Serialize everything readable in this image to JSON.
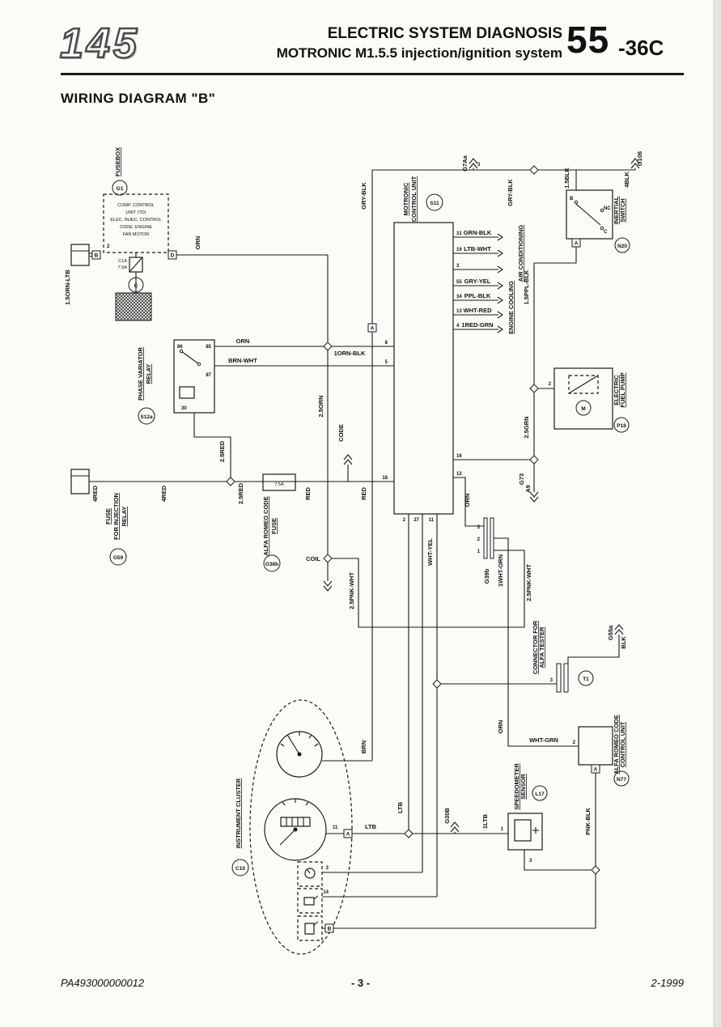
{
  "header": {
    "logo": "145",
    "line1": "ELECTRIC SYSTEM DIAGNOSIS",
    "line2": "MOTRONIC M1.5.5 injection/ignition system",
    "code_big": "55",
    "code_small": "-36C"
  },
  "title": "WIRING DIAGRAM \"B\"",
  "footer": {
    "left": "PA493000000012",
    "center": "- 3 -",
    "right": "2-1999"
  },
  "diagram": {
    "components": {
      "fusebox": {
        "label": "FUSEBOX",
        "ref": "G1"
      },
      "ctrl_box": {
        "line1": "COMP. CONTROL",
        "line2": "UNIT (TD)",
        "line3": "ELEC. INJEC. CONTROL",
        "line4": "CODE. ENGINE",
        "line5": "FAN MOTOR",
        "pin": "2",
        "conn_left": "B",
        "conn_right": "D"
      },
      "fuse_c": {
        "value": "C1A",
        "amp": "7.5A",
        "ref": "C"
      },
      "motronic": {
        "line1": "MOTRONIC",
        "line2": "CONTROL UNIT",
        "ref": "S11",
        "conn": "A"
      },
      "inertial": {
        "line1": "INERTIAL",
        "line2": "SWITCH",
        "ref": "N20",
        "pin_b": "B",
        "pin_nc": "NC",
        "pin_c": "C",
        "conn": "A"
      },
      "pump": {
        "line1": "ELECTRIC",
        "line2": "FUEL PUMP",
        "ref": "P18",
        "motor": "M",
        "pin": "2"
      },
      "relay": {
        "line1": "PHASE VARIATOR",
        "line2": "RELAY",
        "ref": "S12a",
        "p86": "86",
        "p85": "85",
        "p87": "87",
        "p30": "30"
      },
      "inj_fuse": {
        "line1": "FUSE",
        "line2": "FOR INJECTION",
        "line3": "RELAY",
        "ref": "G59"
      },
      "code_fuse": {
        "line1": "ALFA ROMEO CODE",
        "line2": "FUSE",
        "amp": "7.5A",
        "ref": "G38b"
      },
      "tester": {
        "line1": "CONNECTOR FOR",
        "line2": "ALFA TESTER",
        "ref": "T1",
        "pin": "3"
      },
      "code_ecu": {
        "line1": "ALFA ROMEO CODE",
        "line2": "CONTROL UNIT",
        "ref": "N77",
        "pin": "2",
        "conn": "A"
      },
      "speedo": {
        "line1": "SPEEDOMETER",
        "line2": "SENSOR",
        "ref": "L17",
        "pin1": "1",
        "pin3": "3"
      },
      "cluster": {
        "line1": "INSTRUMENT CLUSTER",
        "ref": "C10",
        "pin11": "11",
        "pin3": "3",
        "pin14": "14",
        "conn_a": "A",
        "conn_b": "B"
      }
    },
    "ecu_pins": {
      "p31": "31",
      "p19": "19",
      "p3": "3",
      "p55": "55",
      "p34": "34",
      "p13": "13",
      "p4": "4",
      "p16": "16",
      "p12": "12",
      "p18": "18",
      "p8": "8",
      "p5": "5",
      "p2": "2",
      "p27": "27",
      "p11": "11"
    },
    "g39b": {
      "label": "G39b",
      "p3": "3",
      "p2": "2",
      "p1": "1"
    },
    "grounds": {
      "g7aa": "G7Aa",
      "g7aa_pin": "3",
      "g106": "G106",
      "g73": "G73",
      "a9": "A9",
      "g55a": "G55a",
      "g30b": "G30B"
    },
    "systems": {
      "ac": "AIR CONDITIONING",
      "cooling": "ENGINE COOLING"
    },
    "wires": {
      "orn_ltb": "1.5ORN-LTB",
      "orn_top": "ORN",
      "gry_blk_l": "GRY-BLK",
      "gry_blk_r": "GRY-BLK",
      "blk15": "1.5BLK",
      "blk4": "4BLK",
      "ppl_blk15": "1.5PPL-BLK",
      "grn25": "2.5GRN",
      "grn_blk": "GRN-BLK",
      "ltb_wht": "LTB-WHT",
      "gry_yel": "GRY-YEL",
      "ppl_blk": "PPL-BLK",
      "wht_red": "WHT-RED",
      "red_grn": "1RED-GRN",
      "orn_relay": "ORN",
      "orn_blk": "1ORN-BLK",
      "brn_wht": "BRN-WHT",
      "orn25": "2.5ORN",
      "red25_a": "2.5RED",
      "red25_b": "2.5RED",
      "red4_a": "4RED",
      "red4_b": "4RED",
      "red_a": "RED",
      "red_b": "RED",
      "code": "CODE",
      "coil": "COIL",
      "pnk_wht_a": "2.5PNK-WHT",
      "pnk_wht_b": "2.5PNK-WHT",
      "wht_yel": "WHT-YEL",
      "orn_mid": "ORN",
      "wht_orn": "1WHT-ORN",
      "orn_low": "ORN",
      "blk": "BLK",
      "wht_grn": "WHT-GRN",
      "brn": "BRN",
      "ltb_v": "LTB",
      "ltb_h": "LTB",
      "ltb1": "1LTB",
      "pnk_blk": "PNK-BLK"
    }
  }
}
